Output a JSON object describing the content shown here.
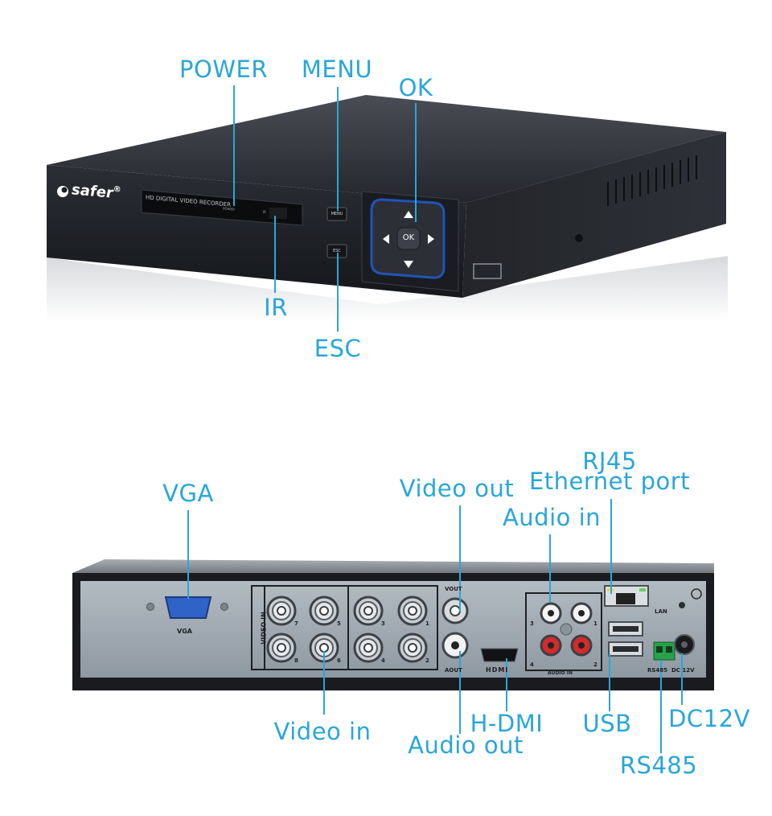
{
  "colors": {
    "accent": "#29a6d9",
    "device_dark": "#1d1f24",
    "rear_panel": "#9aa4ad"
  },
  "front_panel": {
    "brand": "safer",
    "brand_mark": "®",
    "display_text": "HD DIGITAL VIDEO RECORDER",
    "power_text": "POWER",
    "ir_text": "IR",
    "menu_button": "MENU",
    "esc_button": "ESC",
    "ok_button": "OK",
    "labels": {
      "power": "POWER",
      "menu": "MENU",
      "ok": "OK",
      "ir": "IR",
      "esc": "ESC"
    }
  },
  "rear_panel": {
    "vga_text": "VGA",
    "video_in_text": "VIDEO IN",
    "video_in_numbers_top": [
      "7",
      "5",
      "3",
      "1"
    ],
    "video_in_numbers_bottom": [
      "8",
      "6",
      "4",
      "2"
    ],
    "vout_text": "VOUT",
    "aout_text": "AOUT",
    "hdmi_text": "HDMI",
    "audio_in_text": "AUDIO IN",
    "audio_in_numbers": [
      "3",
      "1",
      "4",
      "2"
    ],
    "lan_text": "LAN",
    "rs485_text": "RS485",
    "dc_text": "DC 12V",
    "labels": {
      "vga": "VGA",
      "video_out": "Video out",
      "rj45": "RJ45",
      "ethernet_port": "Ethernet port",
      "audio_in": "Audio in",
      "video_in": "Video in",
      "hdmi": "H-DMI",
      "audio_out": "Audio out",
      "usb": "USB",
      "dc12v": "DC12V",
      "rs485": "RS485"
    }
  }
}
